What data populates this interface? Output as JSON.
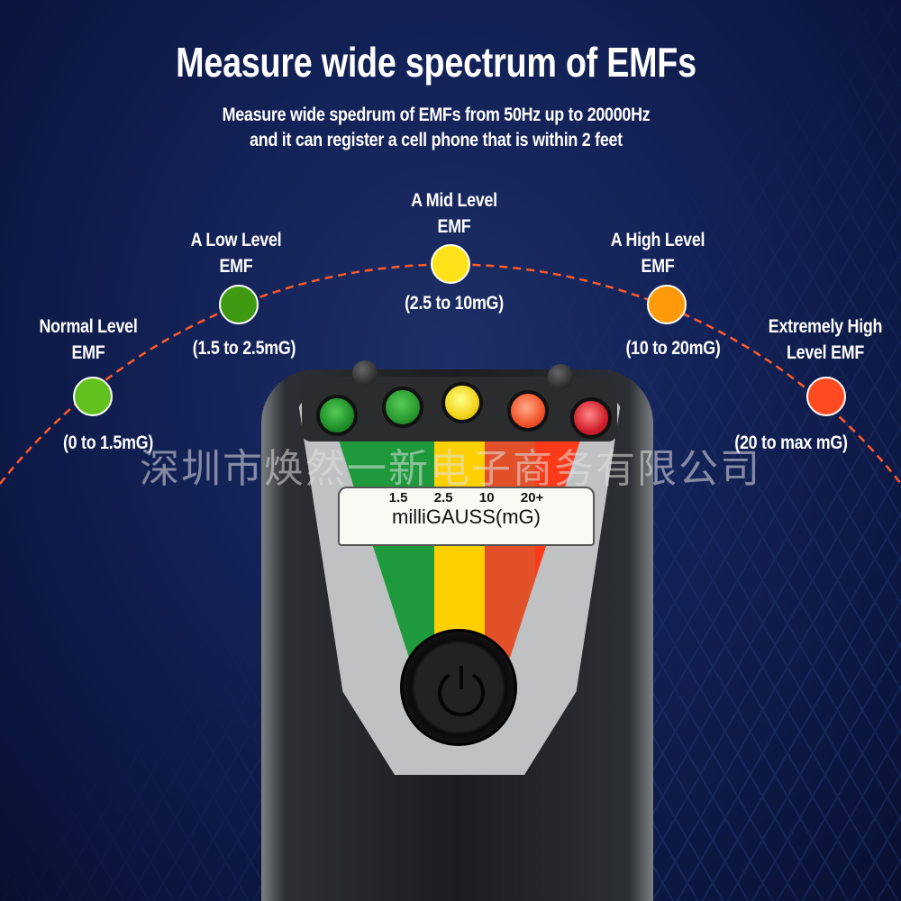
{
  "header": {
    "title": "Measure wide spectrum of EMFs",
    "subtitle_line1": "Measure wide spedrum of EMFs from 50Hz up to 20000Hz",
    "subtitle_line2": "and it can register a cell phone that is within 2 feet"
  },
  "levels": [
    {
      "label1": "Normal Level",
      "label2": "EMF",
      "range": "(0 to 1.5mG)",
      "color": "#62c11e"
    },
    {
      "label1": "A Low Level",
      "label2": "EMF",
      "range": "(1.5 to 2.5mG)",
      "color": "#3f9a12"
    },
    {
      "label1": "A Mid Level",
      "label2": "EMF",
      "range": "(2.5 to 10mG)",
      "color": "#ffe21a"
    },
    {
      "label1": "A High Level",
      "label2": "EMF",
      "range": "(10 to 20mG)",
      "color": "#ff9a0a"
    },
    {
      "label1": "Extremely High",
      "label2": "Level EMF",
      "range": "(20 to max mG)",
      "color": "#ff4a22"
    }
  ],
  "device": {
    "scale_ticks": [
      "1.5",
      "2.5",
      "10",
      "20+"
    ],
    "scale_unit": "milliGAUSS(mG)",
    "icons": [
      "power-icon"
    ],
    "led_colors": [
      "#1f8f2a",
      "#2a9a30",
      "#f2d41a",
      "#f2552a",
      "#d01f2a"
    ],
    "band_colors": [
      "#1e9a3c",
      "#1e9a3c",
      "#ffd000",
      "#e2502a",
      "#ff3a1a"
    ]
  },
  "watermark": "深圳市焕然一新电子商务有限公司",
  "arc_color": "#ff5a2a"
}
